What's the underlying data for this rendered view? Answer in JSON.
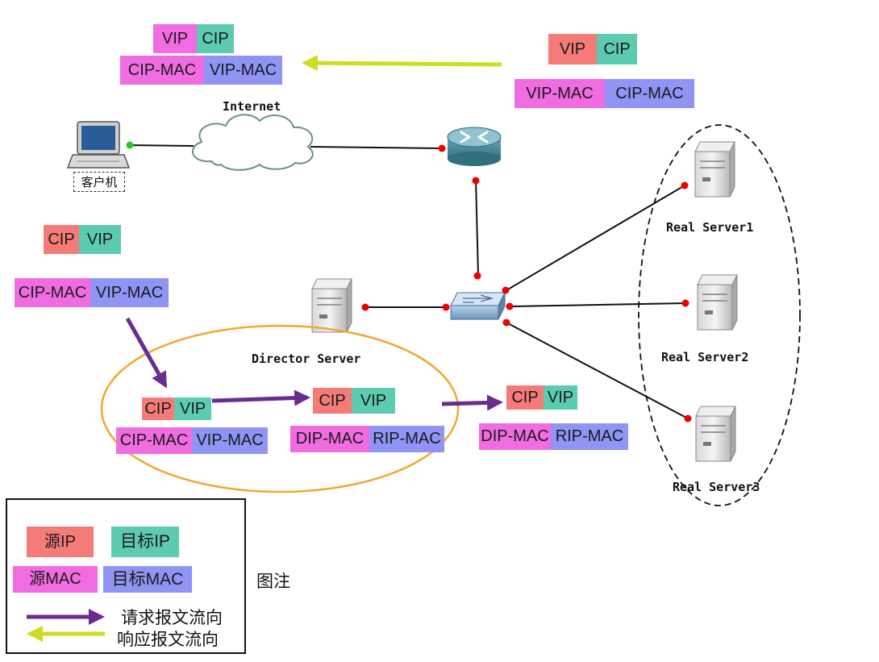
{
  "colors": {
    "src_ip": "#f47b78",
    "dst_ip": "#5ccbb0",
    "src_mac": "#f06ce0",
    "dst_mac": "#8f94f5",
    "request_arrow": "#6a2d8f",
    "response_arrow": "#ccdd22",
    "director_ellipse": "#f0a830",
    "port_dot": "#ee0000",
    "client_port_dot": "#22cc22"
  },
  "nodes": {
    "internet": "Internet",
    "client": "客户机",
    "director": "Director Server",
    "real_server_1": "Real Server1",
    "real_server_2": "Real Server2",
    "real_server_3": "Real Server3"
  },
  "packets": {
    "response_to_client": {
      "ip_src": "VIP",
      "ip_dst": "CIP",
      "mac_src": "CIP-MAC",
      "mac_dst": "VIP-MAC"
    },
    "response_from_router": {
      "ip_src": "VIP",
      "ip_dst": "CIP",
      "mac_src": "VIP-MAC",
      "mac_dst": "CIP-MAC"
    },
    "request_from_client": {
      "ip_src": "CIP",
      "ip_dst": "VIP",
      "mac_src": "CIP-MAC",
      "mac_dst": "VIP-MAC"
    },
    "director_in": {
      "ip_src": "CIP",
      "ip_dst": "VIP",
      "mac_src": "CIP-MAC",
      "mac_dst": "VIP-MAC"
    },
    "director_out": {
      "ip_src": "CIP",
      "ip_dst": "VIP",
      "mac_src": "DIP-MAC",
      "mac_dst": "RIP-MAC"
    },
    "to_real_server": {
      "ip_src": "CIP",
      "ip_dst": "VIP",
      "mac_src": "DIP-MAC",
      "mac_dst": "RIP-MAC"
    }
  },
  "legend": {
    "src_ip": "源IP",
    "dst_ip": "目标IP",
    "src_mac": "源MAC",
    "dst_mac": "目标MAC",
    "request": "请求报文流向",
    "response": "响应报文流向",
    "caption": "图注"
  }
}
